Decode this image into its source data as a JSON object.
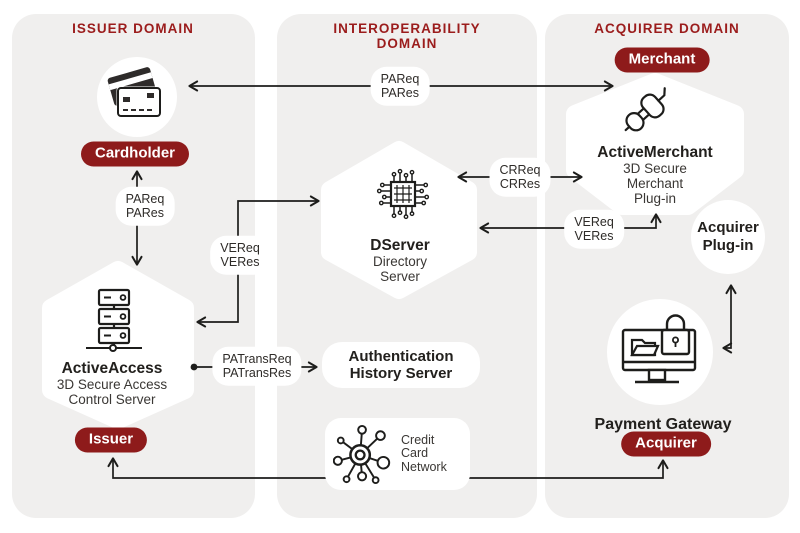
{
  "panels": {
    "issuer": {
      "title": "ISSUER DOMAIN"
    },
    "interoperability": {
      "title_line1": "INTEROPERABILITY",
      "title_line2": "DOMAIN"
    },
    "acquirer": {
      "title": "ACQUIRER DOMAIN"
    }
  },
  "badges": {
    "cardholder": "Cardholder",
    "issuer": "Issuer",
    "merchant": "Merchant",
    "acquirer": "Acquirer"
  },
  "nodes": {
    "active_access": {
      "name": "ActiveAccess",
      "line1": "3D Secure Access",
      "line2": "Control Server"
    },
    "dserver": {
      "name": "DServer",
      "line1": "Directory",
      "line2": "Server"
    },
    "active_merchant": {
      "name": "ActiveMerchant",
      "line1": "3D Secure",
      "line2": "Merchant",
      "line3": "Plug-in"
    },
    "acquirer_plugin": {
      "line1": "Acquirer",
      "line2": "Plug-in"
    },
    "payment_gateway": {
      "label": "Payment Gateway"
    },
    "auth_history_server": {
      "line1": "Authentication",
      "line2": "History Server"
    },
    "credit_card_network": {
      "line1": "Credit",
      "line2": "Card",
      "line3": "Network"
    }
  },
  "message_labels": {
    "pareq_top": {
      "line1": "PAReq",
      "line2": "PARes"
    },
    "pareq_issuer": {
      "line1": "PAReq",
      "line2": "PARes"
    },
    "vereq_issuer": {
      "line1": "VEReq",
      "line2": "VERes"
    },
    "crreq": {
      "line1": "CRReq",
      "line2": "CRRes"
    },
    "vereq_acquirer": {
      "line1": "VEReq",
      "line2": "VERes"
    },
    "patrans": {
      "line1": "PATransReq",
      "line2": "PATransRes"
    }
  },
  "icons": {
    "cardholder": "credit-cards-icon",
    "active_access": "server-stack-icon",
    "dserver": "microchip-icon",
    "active_merchant": "plug-connector-icon",
    "payment_gateway": "monitor-lock-folder-icon",
    "credit_card_network": "network-hub-icon"
  },
  "colors": {
    "accent": "#8e1b1b",
    "title_red": "#9b1c1c",
    "panel_bg": "#f0efee",
    "line": "#1d1d1b",
    "canvas": "#ffffff",
    "icon_dark": "#2e2b2a"
  }
}
